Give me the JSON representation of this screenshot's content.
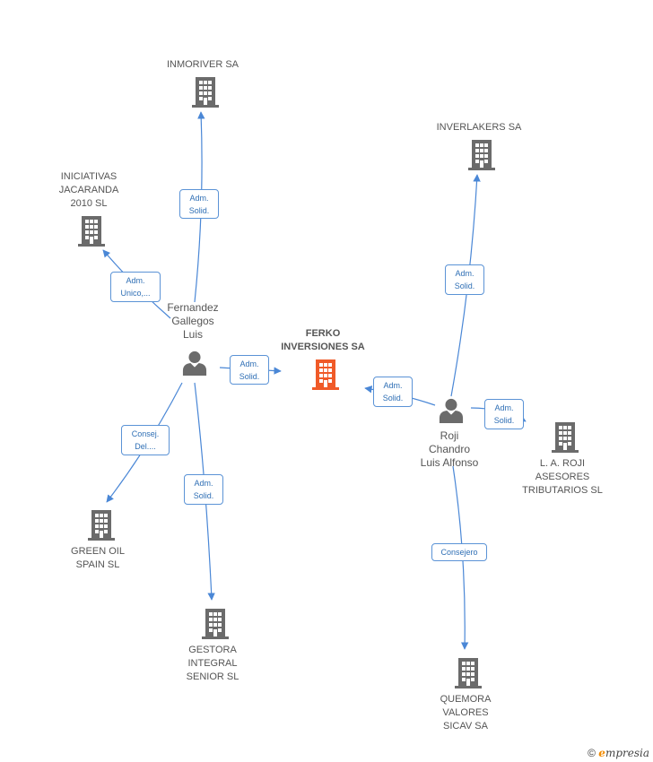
{
  "colors": {
    "edge": "#4a87d6",
    "building": "#6b6b6b",
    "building_main": "#f05a28",
    "person": "#6b6b6b"
  },
  "center": {
    "label": "FERKO\nINVERSIONES SA"
  },
  "companies": [
    {
      "id": "inmoriver",
      "label": "INMORIVER SA"
    },
    {
      "id": "iniciativas",
      "label": "INICIATIVAS\nJACARANDA\n2010 SL"
    },
    {
      "id": "inverlakers",
      "label": "INVERLAKERS SA"
    },
    {
      "id": "laroji",
      "label": "L.  A. ROJI\nASESORES\nTRIBUTARIOS SL"
    },
    {
      "id": "greenoil",
      "label": "GREEN OIL\nSPAIN SL"
    },
    {
      "id": "gestora",
      "label": "GESTORA\nINTEGRAL\nSENIOR SL"
    },
    {
      "id": "quemora",
      "label": "QUEMORA\nVALORES\nSICAV SA"
    }
  ],
  "people": [
    {
      "id": "fernandez",
      "label": "Fernandez\nGallegos\nLuis"
    },
    {
      "id": "roji",
      "label": "Roji\nChandro\nLuis Alfonso"
    }
  ],
  "edges": [
    {
      "id": "e1",
      "label": "Adm.\nSolid."
    },
    {
      "id": "e2",
      "label": "Adm.\nUnico,..."
    },
    {
      "id": "e3",
      "label": "Adm.\nSolid."
    },
    {
      "id": "e4",
      "label": "Consej.\nDel...."
    },
    {
      "id": "e5",
      "label": "Adm.\nSolid."
    },
    {
      "id": "e6",
      "label": "Adm.\nSolid."
    },
    {
      "id": "e7",
      "label": "Adm.\nSolid."
    },
    {
      "id": "e8",
      "label": "Adm.\nSolid."
    },
    {
      "id": "e9",
      "label": "Consejero"
    }
  ],
  "footer": {
    "copyright": "©",
    "brand_e": "e",
    "brand_rest": "mpresia"
  }
}
